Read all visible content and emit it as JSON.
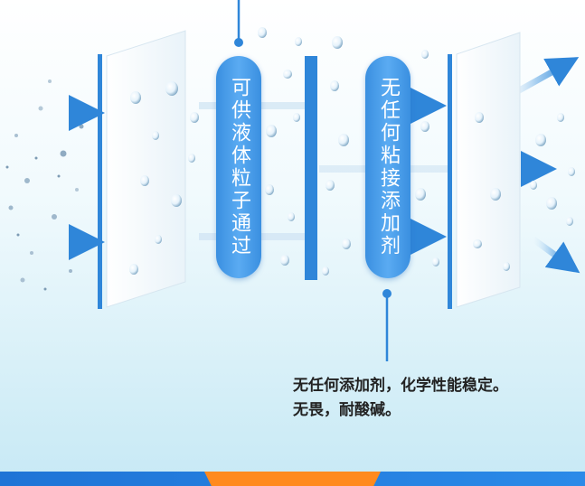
{
  "labels": {
    "left_pill": "可供液体粒子通过",
    "right_pill": "无任何粘接添加剂"
  },
  "description": {
    "line1": "无任何添加剂，化学性能稳定。",
    "line2": "无畏，耐酸碱。"
  },
  "colors": {
    "accent_blue": "#3a8fe0",
    "arrow_blue": "#2f86d9",
    "bottom_bar": "#1f74d6",
    "bottom_tab": "#ff8a1e"
  }
}
